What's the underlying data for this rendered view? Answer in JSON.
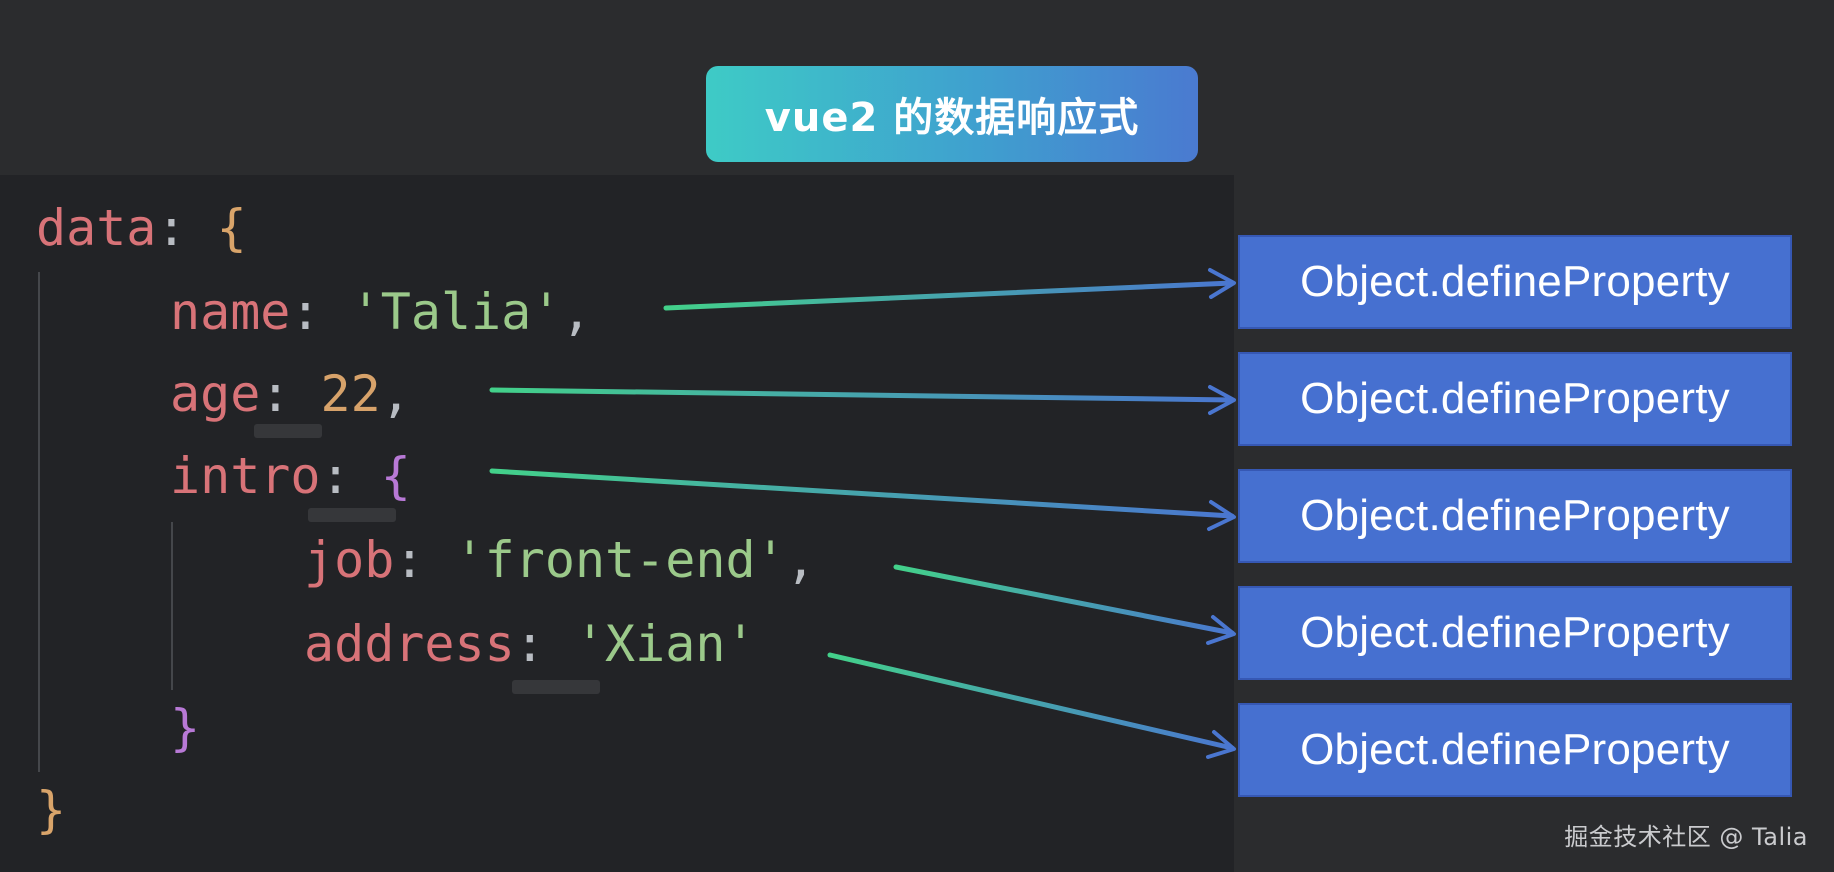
{
  "title": "vue2 的数据响应式",
  "code": {
    "line1": {
      "key": "data",
      "colon": ": ",
      "brace": "{"
    },
    "line2": {
      "key": "name",
      "colon": ": ",
      "value": "'Talia'",
      "comma": ","
    },
    "line3": {
      "key": "age",
      "colon": ": ",
      "value": "22",
      "comma": ","
    },
    "line4": {
      "key": "intro",
      "colon": ": ",
      "brace": "{"
    },
    "line5": {
      "key": "job",
      "colon": ": ",
      "value": "'front-end'",
      "comma": ","
    },
    "line6": {
      "key": "address",
      "colon": ": ",
      "value": "'Xian'"
    },
    "line7": {
      "brace": "}"
    },
    "line8": {
      "brace": "}"
    }
  },
  "define_property_boxes": [
    "Object.defineProperty",
    "Object.defineProperty",
    "Object.defineProperty",
    "Object.defineProperty",
    "Object.defineProperty"
  ],
  "watermark": "掘金技术社区 @ Talia",
  "colors": {
    "background": "#2b2c2e",
    "code_panel": "#222326",
    "box_fill": "#4670d0",
    "arrow_start": "#43d18a",
    "arrow_end": "#4a76d0",
    "key": "#d87378",
    "string": "#9bc98a",
    "number": "#d7a26a",
    "brace_outer": "#d9a46a",
    "brace_inner": "#b879d6"
  }
}
